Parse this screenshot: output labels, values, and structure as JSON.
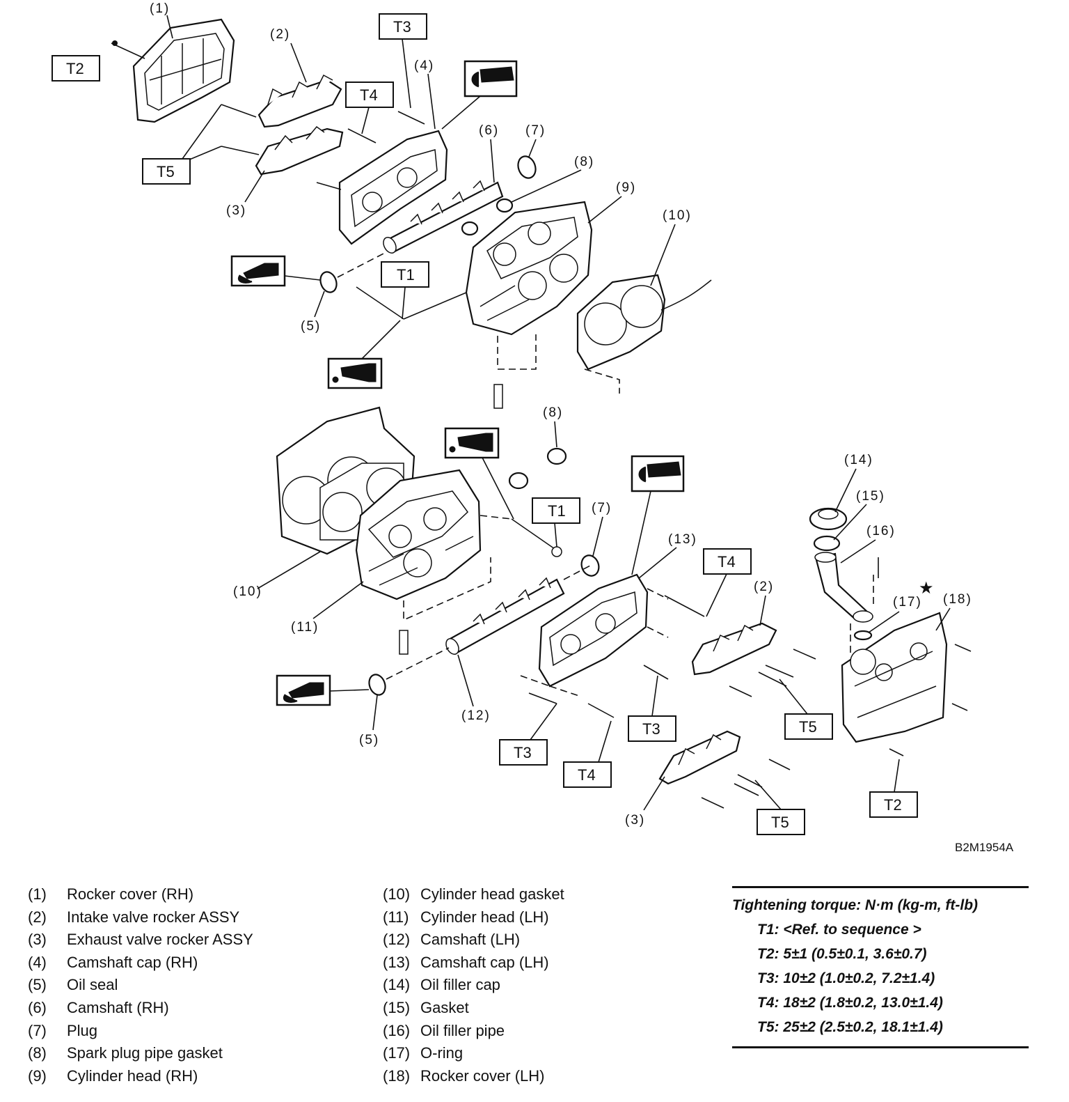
{
  "figure_code": "B2M1954A",
  "torque_boxes": [
    "T1",
    "T2",
    "T3",
    "T4",
    "T5"
  ],
  "callouts": [
    "(1)",
    "(2)",
    "(3)",
    "(4)",
    "(5)",
    "(6)",
    "(7)",
    "(8)",
    "(9)",
    "(10)",
    "(11)",
    "(12)",
    "(13)",
    "(14)",
    "(15)",
    "(16)",
    "(17)",
    "(18)"
  ],
  "legend": {
    "col1": [
      {
        "num": "(1)",
        "text": "Rocker cover (RH)"
      },
      {
        "num": "(2)",
        "text": "Intake valve rocker ASSY"
      },
      {
        "num": "(3)",
        "text": "Exhaust valve rocker ASSY"
      },
      {
        "num": "(4)",
        "text": "Camshaft cap (RH)"
      },
      {
        "num": "(5)",
        "text": "Oil seal"
      },
      {
        "num": "(6)",
        "text": "Camshaft (RH)"
      },
      {
        "num": "(7)",
        "text": "Plug"
      },
      {
        "num": "(8)",
        "text": "Spark plug pipe gasket"
      },
      {
        "num": "(9)",
        "text": "Cylinder head (RH)"
      }
    ],
    "col2": [
      {
        "num": "(10)",
        "text": "Cylinder head gasket"
      },
      {
        "num": "(11)",
        "text": "Cylinder head (LH)"
      },
      {
        "num": "(12)",
        "text": "Camshaft (LH)"
      },
      {
        "num": "(13)",
        "text": "Camshaft cap (LH)"
      },
      {
        "num": "(14)",
        "text": "Oil filler cap"
      },
      {
        "num": "(15)",
        "text": "Gasket"
      },
      {
        "num": "(16)",
        "text": "Oil filler pipe"
      },
      {
        "num": "(17)",
        "text": "O-ring"
      },
      {
        "num": "(18)",
        "text": "Rocker cover (LH)"
      }
    ]
  },
  "torque": {
    "title": "Tightening torque: N·m (kg-m, ft-lb)",
    "specs": [
      "T1: <Ref. to sequence >",
      "T2: 5±1 (0.5±0.1, 3.6±0.7)",
      "T3: 10±2 (1.0±0.2, 7.2±1.4)",
      "T4: 18±2 (1.8±0.2, 13.0±1.4)",
      "T5: 25±2 (2.5±0.2, 18.1±1.4)"
    ]
  },
  "symbols": [
    "sealant-icon",
    "grease-icon",
    "oil-icon"
  ]
}
